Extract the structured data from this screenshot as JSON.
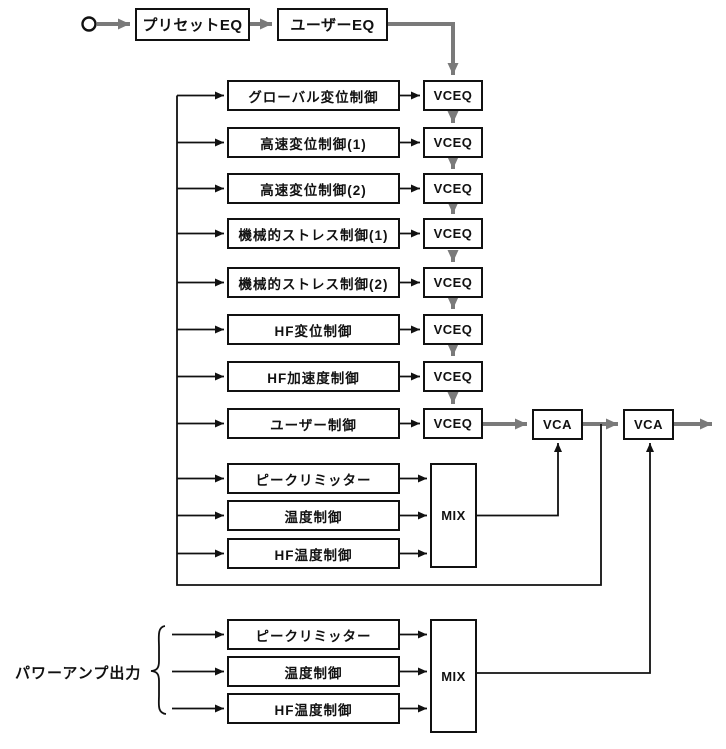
{
  "colors": {
    "background": "#ffffff",
    "line_black": "#111111",
    "signal_gray": "#7a7a7a",
    "box_fill": "#ffffff"
  },
  "input_chain": {
    "preset_eq": "プリセットEQ",
    "user_eq": "ユーザーEQ"
  },
  "labels": {
    "vceq": "VCEQ",
    "vca": "VCA",
    "mix": "MIX"
  },
  "control_rows": [
    {
      "label": "グローバル変位制御"
    },
    {
      "label": "高速変位制御(1)"
    },
    {
      "label": "高速変位制御(2)"
    },
    {
      "label": "機械的ストレス制御(1)"
    },
    {
      "label": "機械的ストレス制御(2)"
    },
    {
      "label": "HF変位制御"
    },
    {
      "label": "HF加速度制御"
    },
    {
      "label": "ユーザー制御"
    }
  ],
  "speaker_protection_rows": [
    {
      "label": "ピークリミッター"
    },
    {
      "label": "温度制御"
    },
    {
      "label": "HF温度制御"
    }
  ],
  "power_amp_rows": [
    {
      "label": "ピークリミッター"
    },
    {
      "label": "温度制御"
    },
    {
      "label": "HF温度制御"
    }
  ],
  "power_amp_label": "パワーアンプ出力"
}
